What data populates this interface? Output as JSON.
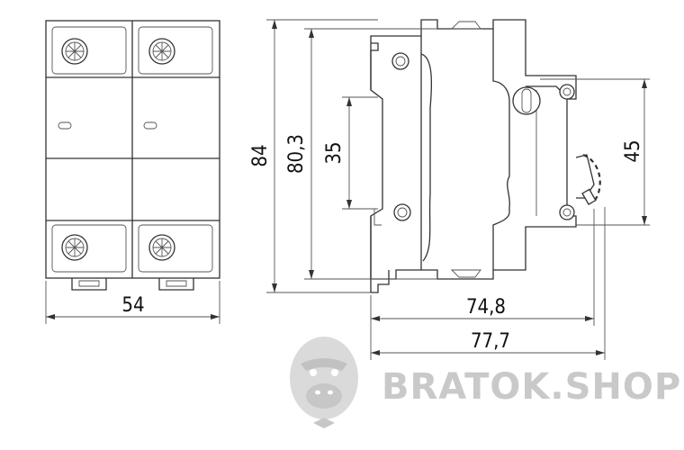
{
  "dimensions": {
    "width_front": "54",
    "height_total": "84",
    "height_body": "80,3",
    "din_rail": "35",
    "height_front": "45",
    "depth_body": "74,8",
    "depth_total": "77,7"
  },
  "watermark": {
    "text": "BRATOK.SHOP",
    "logo_icon": "gorilla-face-icon"
  },
  "colors": {
    "line": "#333333",
    "watermark": "#c9c9c9"
  }
}
